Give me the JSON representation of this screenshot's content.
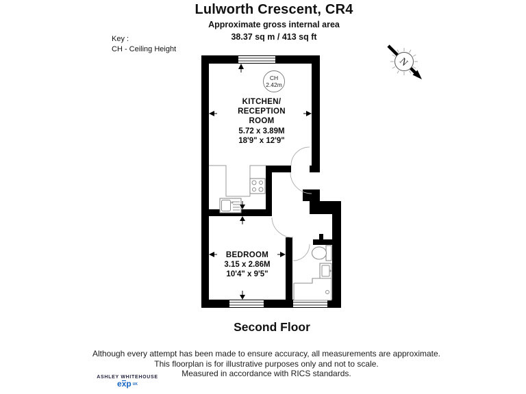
{
  "header": {
    "title": "Lulworth Crescent, CR4",
    "subtitle": "Approximate gross internal area",
    "area": "38.37 sq m / 413 sq ft"
  },
  "key": {
    "title": "Key :",
    "ch": "CH - Ceiling Height"
  },
  "compass": {
    "north": "N"
  },
  "floorplan": {
    "ceiling": {
      "label": "CH",
      "value": "2.42m"
    },
    "kitchen": {
      "line1": "KITCHEN/",
      "line2": "RECEPTION",
      "line3": "ROOM",
      "metric": "5.72 x 3.89M",
      "imperial": "18'9\" x 12'9\""
    },
    "bedroom": {
      "name": "BEDROOM",
      "metric": "3.15 x 2.86M",
      "imperial": "10'4\" x 9'5\""
    }
  },
  "floor_label": "Second Floor",
  "disclaimer": {
    "line1": "Although every attempt has been made to ensure accuracy, all measurements are approximate.",
    "line2": "This floorplan is for illustrative purposes only and not to scale.",
    "line3": "Measured in accordance with RICS standards."
  },
  "branding": {
    "agent": "ASHLEY WHITEHOUSE",
    "brand": "exp",
    "suffix": "UK"
  },
  "colors": {
    "wall": "#000000",
    "fixture": "#8c8c8c",
    "arc": "#b3b3b3",
    "brand_blue": "#1565c4"
  }
}
